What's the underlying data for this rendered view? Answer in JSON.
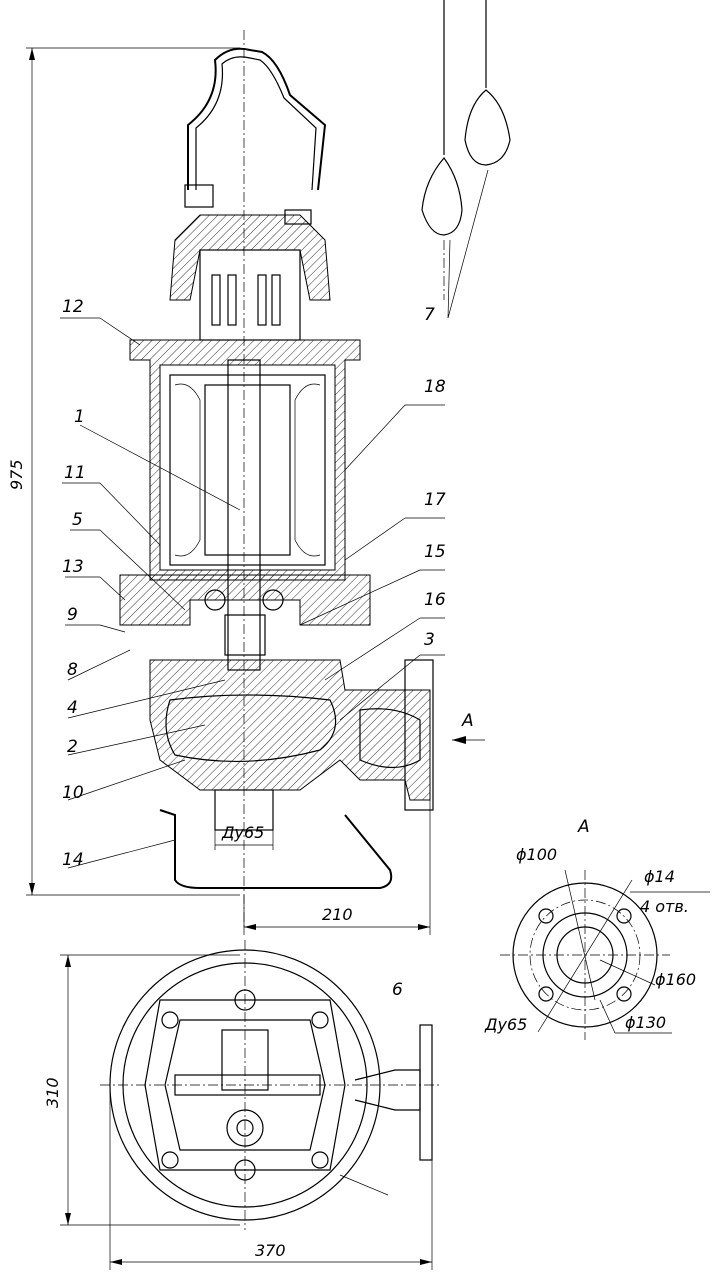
{
  "callouts": {
    "c1": "1",
    "c2": "2",
    "c3": "3",
    "c4": "4",
    "c5": "5",
    "c6": "6",
    "c7": "7",
    "c8": "8",
    "c9": "9",
    "c10": "10",
    "c11": "11",
    "c12": "12",
    "c13": "13",
    "c14": "14",
    "c15": "15",
    "c16": "16",
    "c17": "17",
    "c18": "18"
  },
  "dimensions": {
    "height": "975",
    "offset": "210",
    "outlet_du": "Ду65",
    "plan_width": "370",
    "plan_depth": "310"
  },
  "view_a": {
    "arrow_label": "A",
    "title": "A",
    "d100": "ϕ100",
    "d14": "ϕ14",
    "holes": "4 отв.",
    "d160": "ϕ160",
    "d130": "ϕ130",
    "du65": "Ду65"
  }
}
